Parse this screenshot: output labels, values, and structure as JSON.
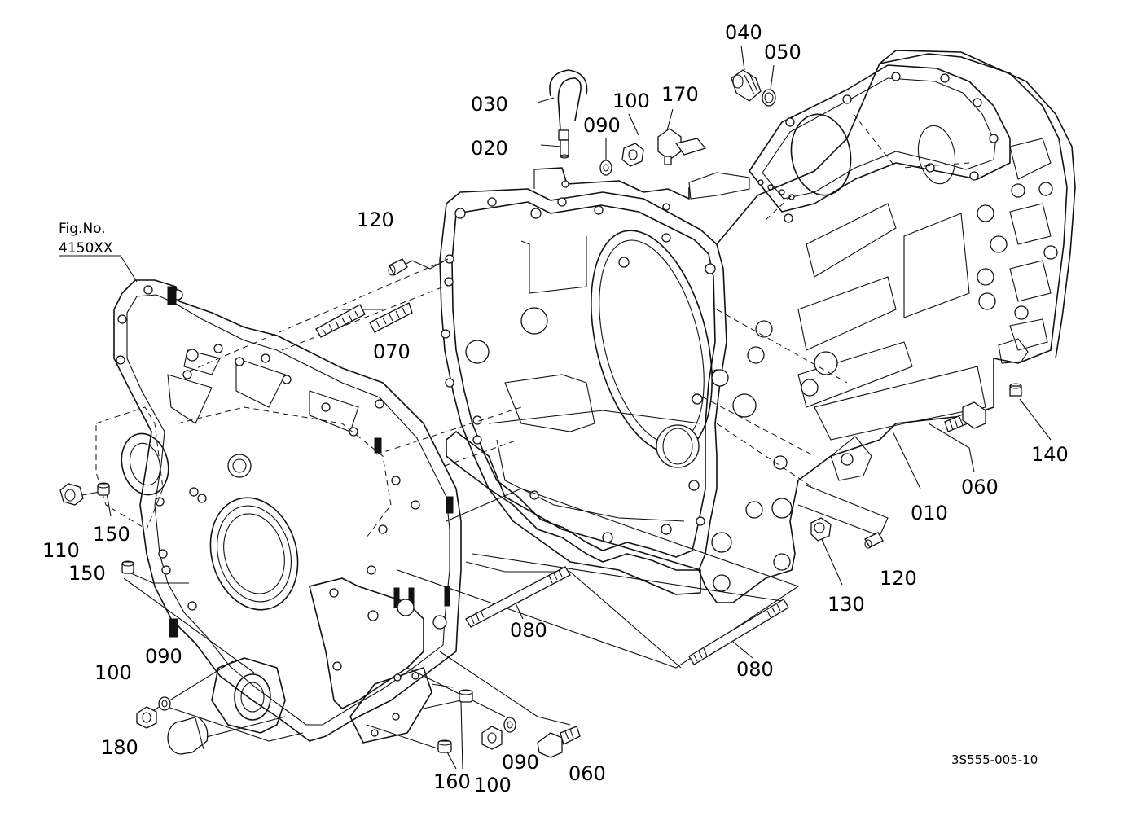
{
  "figure": {
    "fig_no_label": "Fig.No.",
    "fig_no_value": "4150XX",
    "drawing_code": "3S555-005-10"
  },
  "labels": {
    "p010": "010",
    "p020": "020",
    "p030": "030",
    "p040": "040",
    "p050": "050",
    "p060a": "060",
    "p060b": "060",
    "p070": "070",
    "p080a": "080",
    "p080b": "080",
    "p090a": "090",
    "p090b": "090",
    "p090c": "090",
    "p100a": "100",
    "p100b": "100",
    "p100c": "100",
    "p110": "110",
    "p120a": "120",
    "p120b": "120",
    "p130": "130",
    "p140": "140",
    "p150a": "150",
    "p150b": "150",
    "p160": "160",
    "p170": "170",
    "p180": "180"
  }
}
